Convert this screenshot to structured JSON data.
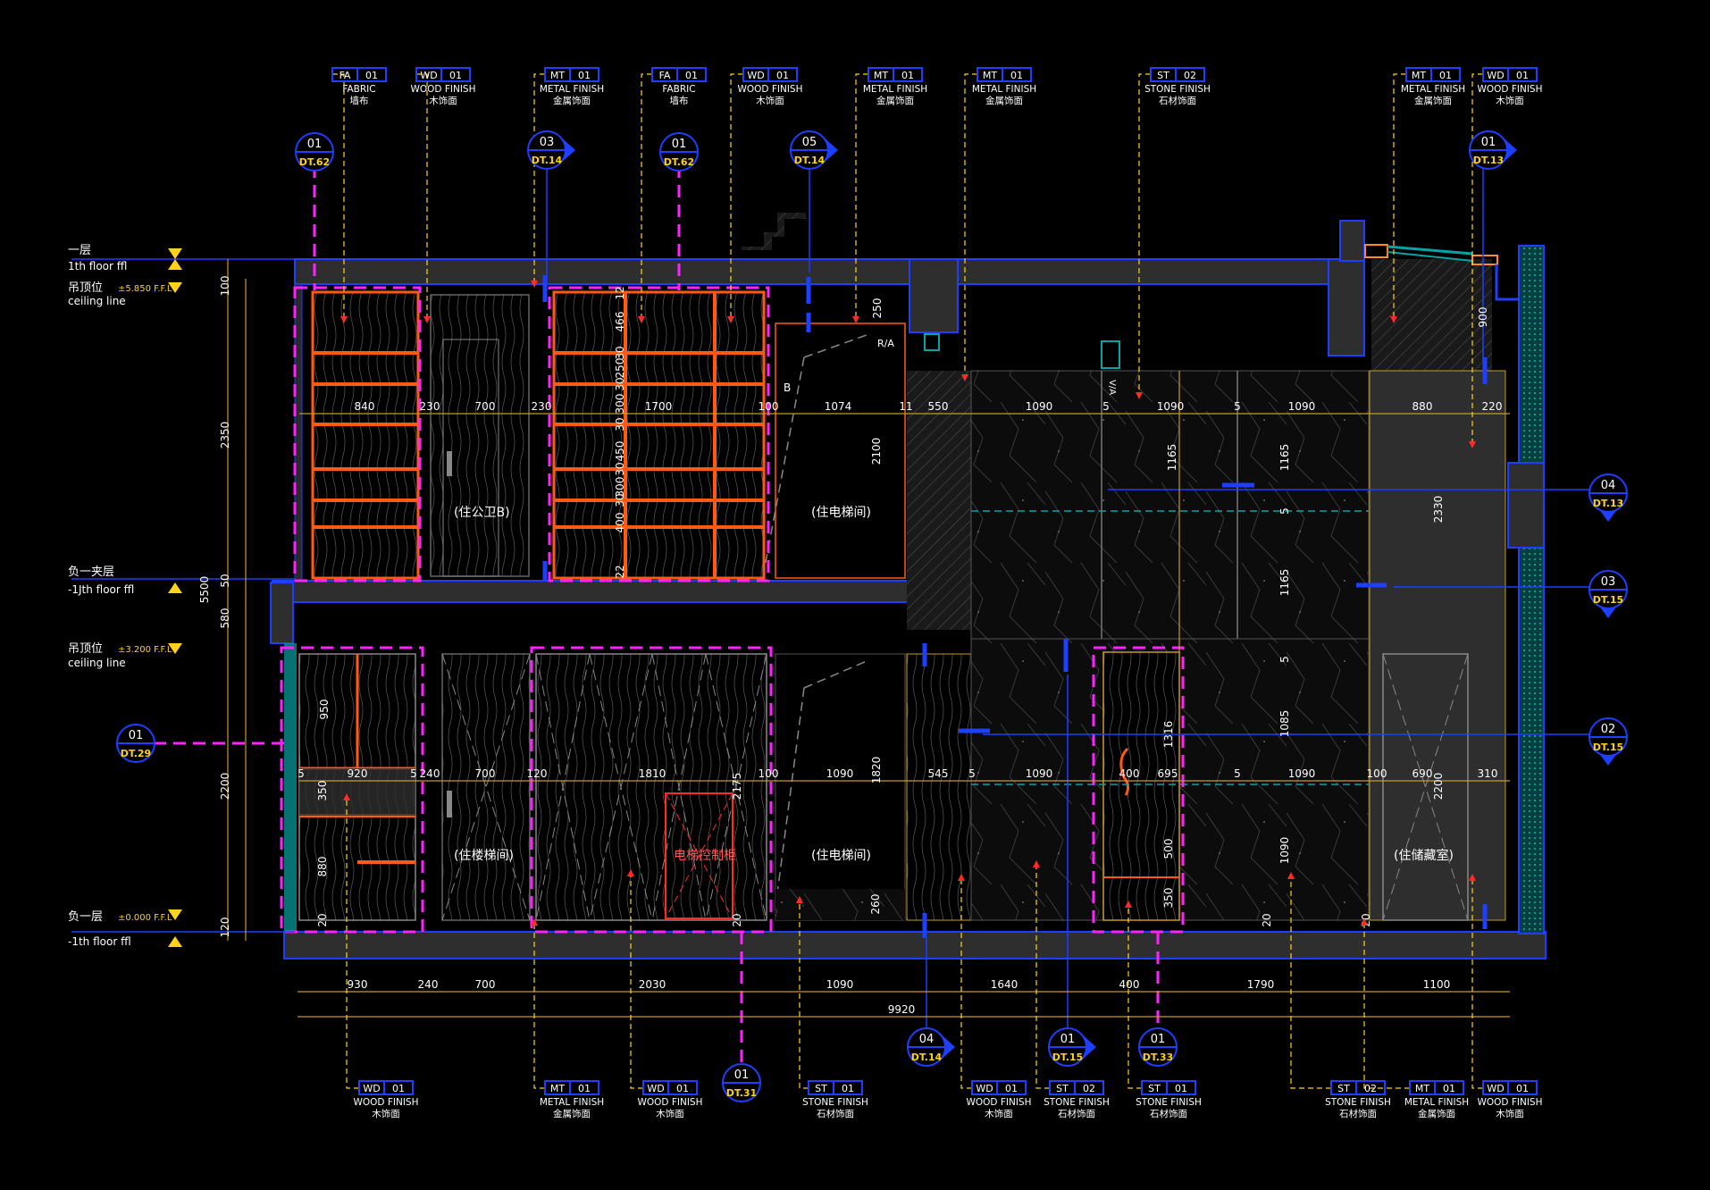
{
  "colors": {
    "background": "#000000",
    "wall": "#2e2e2e",
    "outline": "#1f3fff",
    "leader": "#ffd21a",
    "dimension": "#c89a22",
    "magenta": "#ff22ff",
    "orange": "#ff5a14",
    "red": "#ff2a2a",
    "stone": "#1a1a1a",
    "cyan": "#0aa3a3",
    "text": "#ffffff"
  },
  "floor_labels": {
    "f1_cn": "一层",
    "f1_en": "1th floor ffl",
    "ceil1_cn": "吊顶位",
    "ceil1_val": "±5.850 F.F.L",
    "ceil1_en": "ceiling line",
    "mez_cn": "负一夹层",
    "mez_en": "-1Jth floor ffl",
    "ceil2_cn": "吊顶位",
    "ceil2_val": "±3.200 F.F.L",
    "ceil2_en": "ceiling line",
    "b1_cn": "负一层",
    "b1_val": "±0.000 F.F.L",
    "b1_en": "-1th floor ffl"
  },
  "top_tags": [
    {
      "code": "FA",
      "num": "01",
      "en": "FABRIC",
      "cn": "墙布"
    },
    {
      "code": "WD",
      "num": "01",
      "en": "WOOD FINISH",
      "cn": "木饰面"
    },
    {
      "code": "MT",
      "num": "01",
      "en": "METAL FINISH",
      "cn": "金属饰面"
    },
    {
      "code": "FA",
      "num": "01",
      "en": "FABRIC",
      "cn": "墙布"
    },
    {
      "code": "WD",
      "num": "01",
      "en": "WOOD FINISH",
      "cn": "木饰面"
    },
    {
      "code": "MT",
      "num": "01",
      "en": "METAL FINISH",
      "cn": "金属饰面"
    },
    {
      "code": "MT",
      "num": "01",
      "en": "METAL FINISH",
      "cn": "金属饰面"
    },
    {
      "code": "ST",
      "num": "02",
      "en": "STONE FINISH",
      "cn": "石材饰面"
    },
    {
      "code": "MT",
      "num": "01",
      "en": "METAL FINISH",
      "cn": "金属饰面"
    },
    {
      "code": "WD",
      "num": "01",
      "en": "WOOD FINISH",
      "cn": "木饰面"
    }
  ],
  "bottom_tags": [
    {
      "code": "WD",
      "num": "01",
      "en": "WOOD FINISH",
      "cn": "木饰面"
    },
    {
      "code": "MT",
      "num": "01",
      "en": "METAL FINISH",
      "cn": "金属饰面"
    },
    {
      "code": "WD",
      "num": "01",
      "en": "WOOD FINISH",
      "cn": "木饰面"
    },
    {
      "code": "ST",
      "num": "01",
      "en": "STONE FINISH",
      "cn": "石材饰面"
    },
    {
      "code": "WD",
      "num": "01",
      "en": "WOOD FINISH",
      "cn": "木饰面"
    },
    {
      "code": "ST",
      "num": "02",
      "en": "STONE FINISH",
      "cn": "石材饰面"
    },
    {
      "code": "ST",
      "num": "01",
      "en": "STONE FINISH",
      "cn": "石材饰面"
    },
    {
      "code": "ST",
      "num": "02",
      "en": "STONE FINISH",
      "cn": "石材饰面"
    },
    {
      "code": "MT",
      "num": "01",
      "en": "METAL FINISH",
      "cn": "金属饰面"
    },
    {
      "code": "WD",
      "num": "01",
      "en": "WOOD FINISH",
      "cn": "木饰面"
    }
  ],
  "bubbles": [
    {
      "num": "01",
      "ref": "DT.62"
    },
    {
      "num": "03",
      "ref": "DT.14"
    },
    {
      "num": "01",
      "ref": "DT.62"
    },
    {
      "num": "05",
      "ref": "DT.14"
    },
    {
      "num": "01",
      "ref": "DT.13"
    },
    {
      "num": "04",
      "ref": "DT.13"
    },
    {
      "num": "03",
      "ref": "DT.15"
    },
    {
      "num": "02",
      "ref": "DT.15"
    },
    {
      "num": "01",
      "ref": "DT.29"
    },
    {
      "num": "04",
      "ref": "DT.14"
    },
    {
      "num": "01",
      "ref": "DT.15"
    },
    {
      "num": "01",
      "ref": "DT.33"
    },
    {
      "num": "01",
      "ref": "DT.31"
    }
  ],
  "room_labels": {
    "upper_door": "(住公卫B)",
    "upper_lift": "(住电梯间)",
    "lower_door": "(住楼梯间)",
    "lift_cabinet": "电梯控制柜",
    "lower_lift": "(住电梯间)",
    "lower_right": "(住储藏室)",
    "ra": "R/A",
    "va": "V/A",
    "b": "B"
  },
  "dims": {
    "upper_row": [
      "840",
      "230",
      "700",
      "230",
      "1700",
      "100",
      "1074",
      "11",
      "550",
      "1090",
      "5",
      "1090",
      "5",
      "1090",
      "880",
      "220"
    ],
    "lower_row": [
      "5",
      "920",
      "5",
      "240",
      "700",
      "120",
      "1810",
      "100",
      "1090",
      "545",
      "5",
      "1090",
      "400",
      "695",
      "5",
      "1090",
      "100",
      "690",
      "310"
    ],
    "bottom_row": [
      "930",
      "240",
      "700",
      "2030",
      "1090",
      "1640",
      "400",
      "1790",
      "1100"
    ],
    "total": "9920",
    "left_stack": [
      "100",
      "2350",
      "50",
      "580",
      "2200",
      "120"
    ],
    "overall_height": "5500",
    "shelf_left": [
      "12",
      "466",
      "30",
      "250",
      "30",
      "300",
      "30",
      "450",
      "30",
      "300",
      "30",
      "400",
      "22"
    ],
    "misc": [
      "250",
      "2100",
      "1820",
      "2175",
      "260",
      "1165",
      "1165",
      "1165",
      "1085",
      "1090",
      "5",
      "5",
      "1316",
      "500",
      "350",
      "2330",
      "2200",
      "900",
      "950",
      "350",
      "880",
      "20",
      "20",
      "20",
      "20"
    ]
  }
}
